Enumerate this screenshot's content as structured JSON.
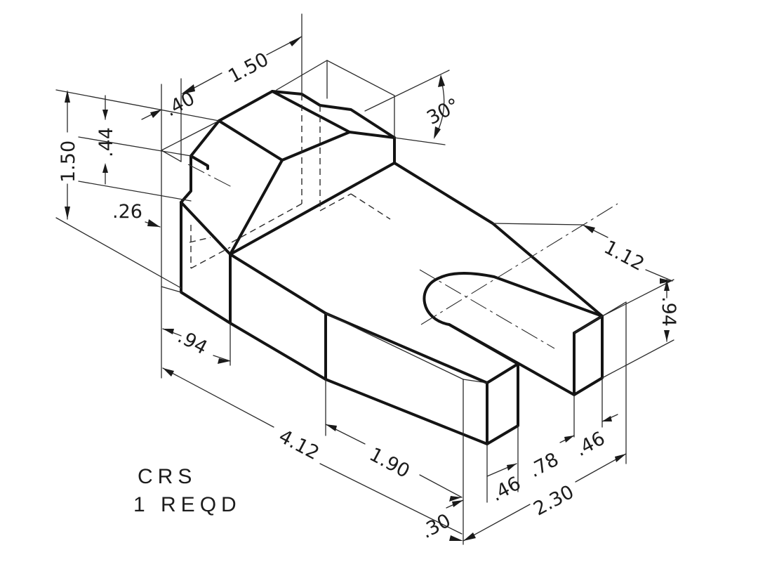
{
  "drawing": {
    "dimensions": {
      "top_length": "1.50",
      "left_width": ".40",
      "overall_height": "1.50",
      "step_height": ".44",
      "notch_depth": ".26",
      "angle": "30°",
      "slot_width": "1.12",
      "end_height": ".94",
      "base_step": ".94",
      "overall_length": "4.12",
      "slot_length": "1.90",
      "end_offset": ".30",
      "prong_left": ".46",
      "slot_gap": ".78",
      "prong_right": ".46",
      "overall_width": "2.30"
    },
    "notes": {
      "material": "CRS",
      "quantity": "1 REQD"
    }
  }
}
